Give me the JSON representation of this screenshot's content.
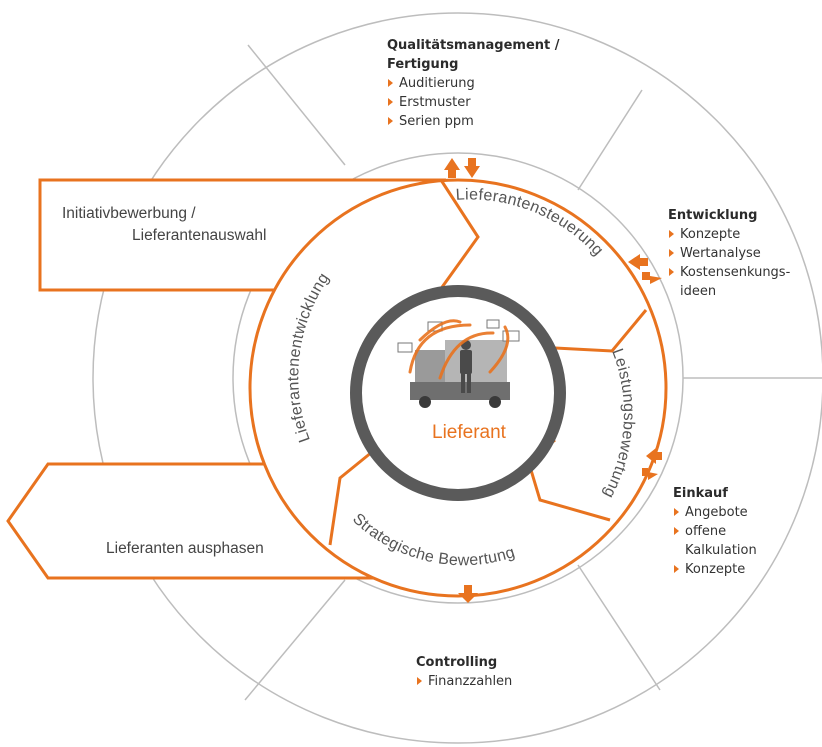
{
  "colors": {
    "accent": "#e8731f",
    "ring": "#5a5a5a",
    "outline": "#bdbdbd",
    "text": "#444444"
  },
  "center": {
    "label": "Lieferant"
  },
  "inner_ring": {
    "lieferantensteuerung": "Lieferantensteuerung",
    "leistungsbewertung": "Leistungsbewertung",
    "strategische_bewertung": "Strategische Bewertung",
    "lieferantenentwicklung": "Lieferantenentwicklung"
  },
  "boxes": {
    "initiativ_line1": "Initiativbewerbung /",
    "initiativ_line2": "Lieferantenauswahl",
    "ausphasen": "Lieferanten ausphasen"
  },
  "sections": {
    "qualitaet": {
      "title_line1": "Qualitätsmanagement /",
      "title_line2": "Fertigung",
      "items": [
        "Auditierung",
        "Erstmuster",
        "Serien ppm"
      ]
    },
    "entwicklung": {
      "title": "Entwicklung",
      "items": [
        "Konzepte",
        "Wertanalyse",
        "Kostensenkungs-",
        "ideen"
      ]
    },
    "einkauf": {
      "title": "Einkauf",
      "items": [
        "Angebote",
        "offene",
        "Kalkulation",
        "Konzepte"
      ]
    },
    "controlling": {
      "title": "Controlling",
      "items": [
        "Finanzzahlen"
      ]
    }
  }
}
